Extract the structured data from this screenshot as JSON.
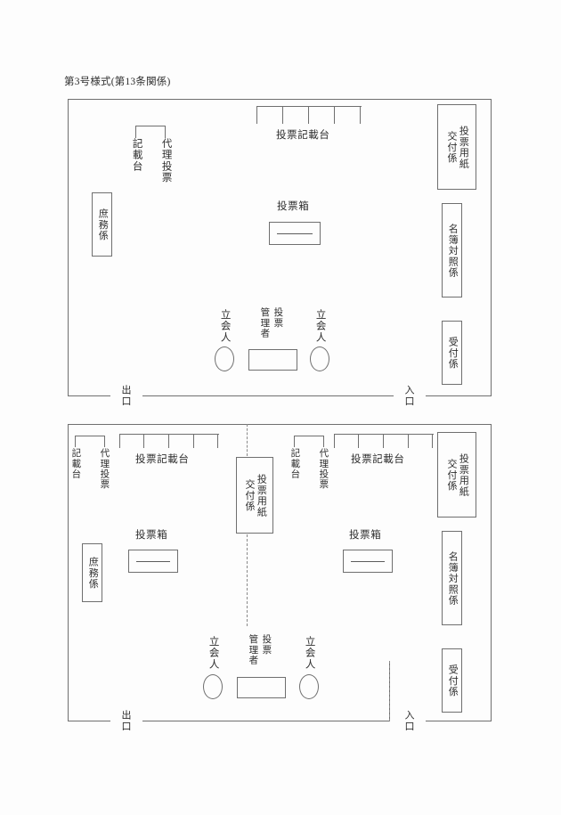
{
  "document": {
    "form_title": "第3号様式(第13条関係)"
  },
  "labels": {
    "writing_desk": "記載台",
    "proxy_voting": "代理投票",
    "voting_booth": "投票記載台",
    "ballot_box": "投票箱",
    "witness": "立会人",
    "voting_manager_line1": "投票",
    "voting_manager_line2": "管理者",
    "general_affairs": "庶務係",
    "ballot_paper_issue_col1": "投票用紙",
    "ballot_paper_issue_col2": "交付係",
    "roll_check": "名簿対照係",
    "reception": "受付係",
    "exit": "出口",
    "entrance": "入口"
  },
  "diagrams": [
    {
      "id": "single-station",
      "booth_count": 4,
      "ballot_box_count": 1,
      "witness_count": 2,
      "divider": false
    },
    {
      "id": "dual-station",
      "booth_count": 8,
      "ballot_box_count": 2,
      "witness_count": 2,
      "divider": true,
      "center_station": true
    }
  ],
  "style": {
    "line_color": "#6f6f6f",
    "text_color": "#2e2e2e",
    "background": "#fdfdfd",
    "dashed_color": "#8a8a8a"
  }
}
